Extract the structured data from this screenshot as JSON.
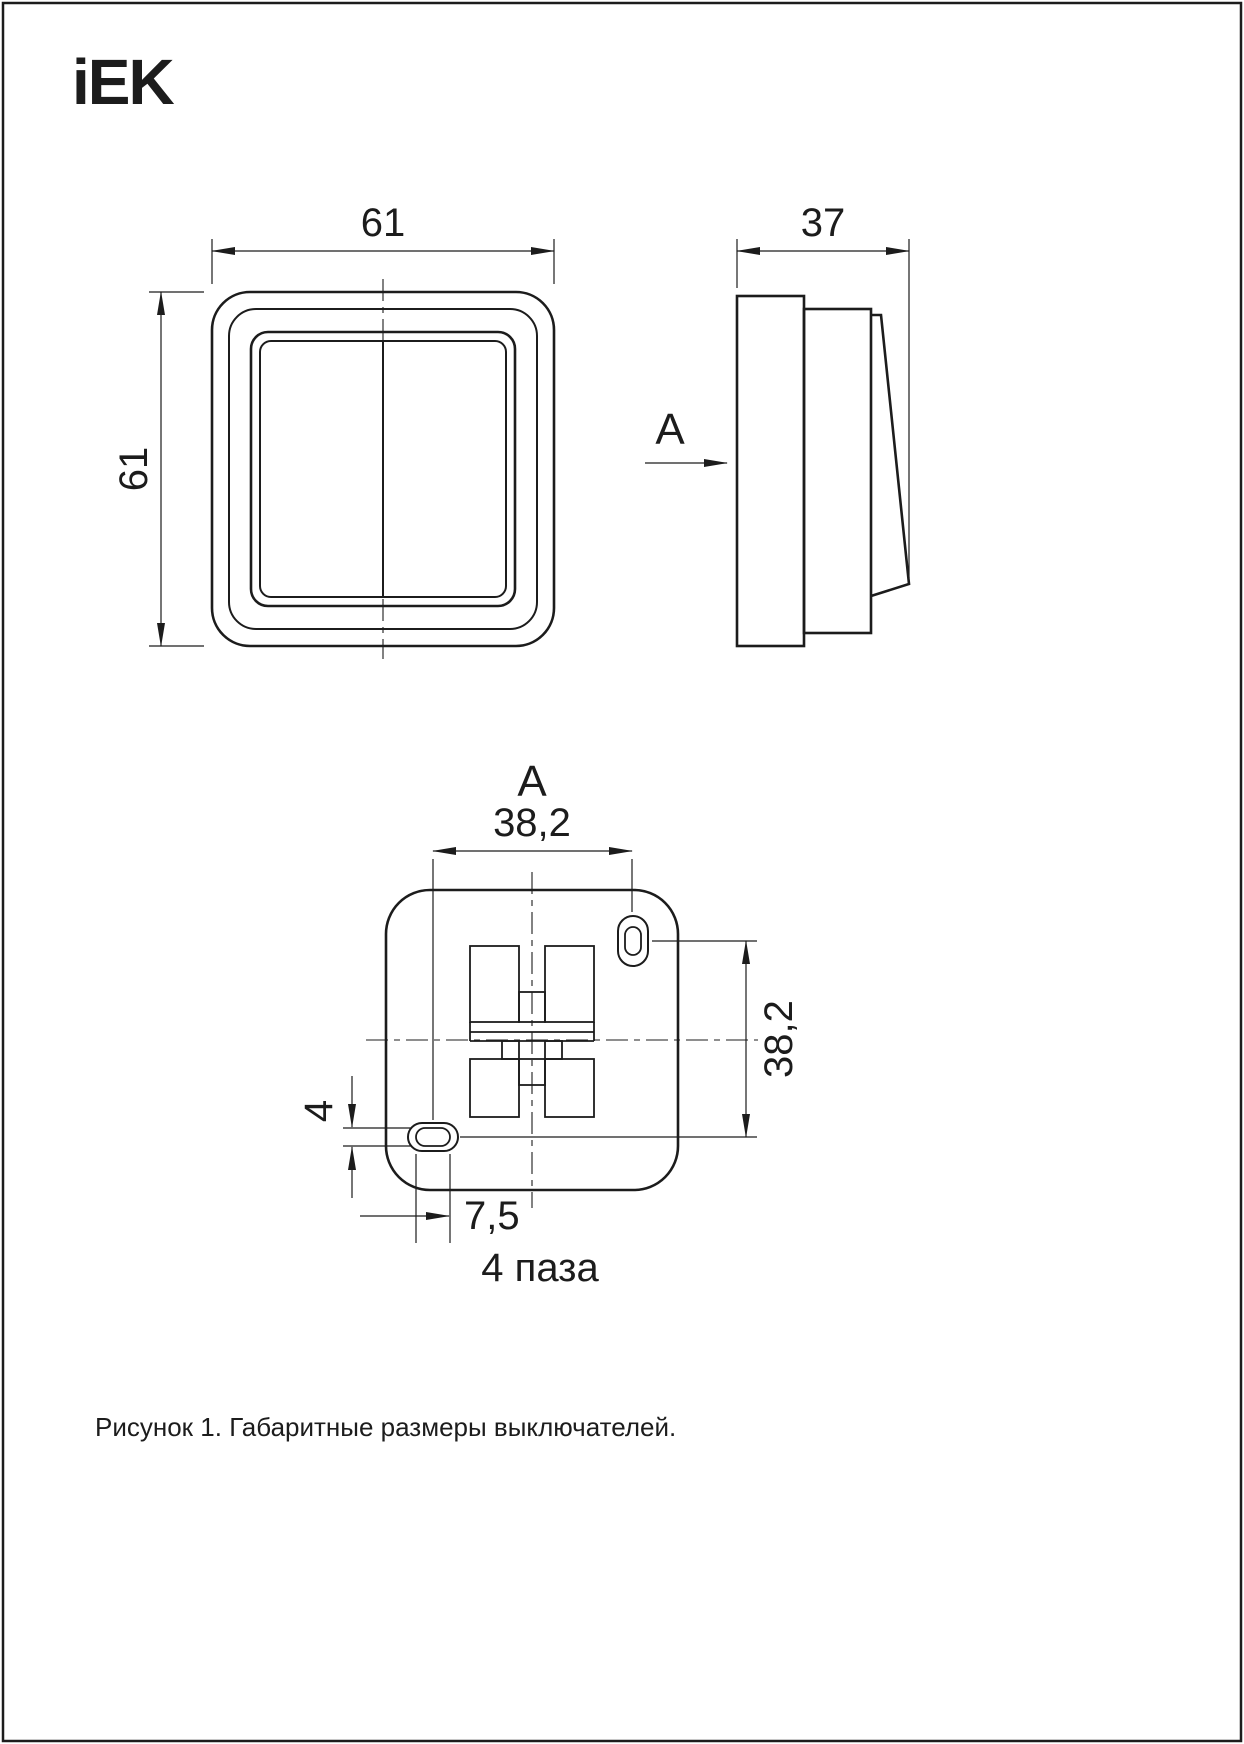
{
  "document": {
    "logo": "iEK",
    "caption": "Рисунок 1. Габаритные размеры выключателей."
  },
  "views": {
    "front": {
      "width_dim": "61",
      "height_dim": "61"
    },
    "side": {
      "depth_dim": "37",
      "arrow_label": "A"
    },
    "back": {
      "view_label": "A",
      "slot_spacing_h": "38,2",
      "slot_spacing_v": "38,2",
      "slot_width": "4",
      "slot_length": "7,5",
      "slots_count_note": "4 паза"
    }
  },
  "colors": {
    "line": "#1c1c1c",
    "background": "#ffffff"
  }
}
